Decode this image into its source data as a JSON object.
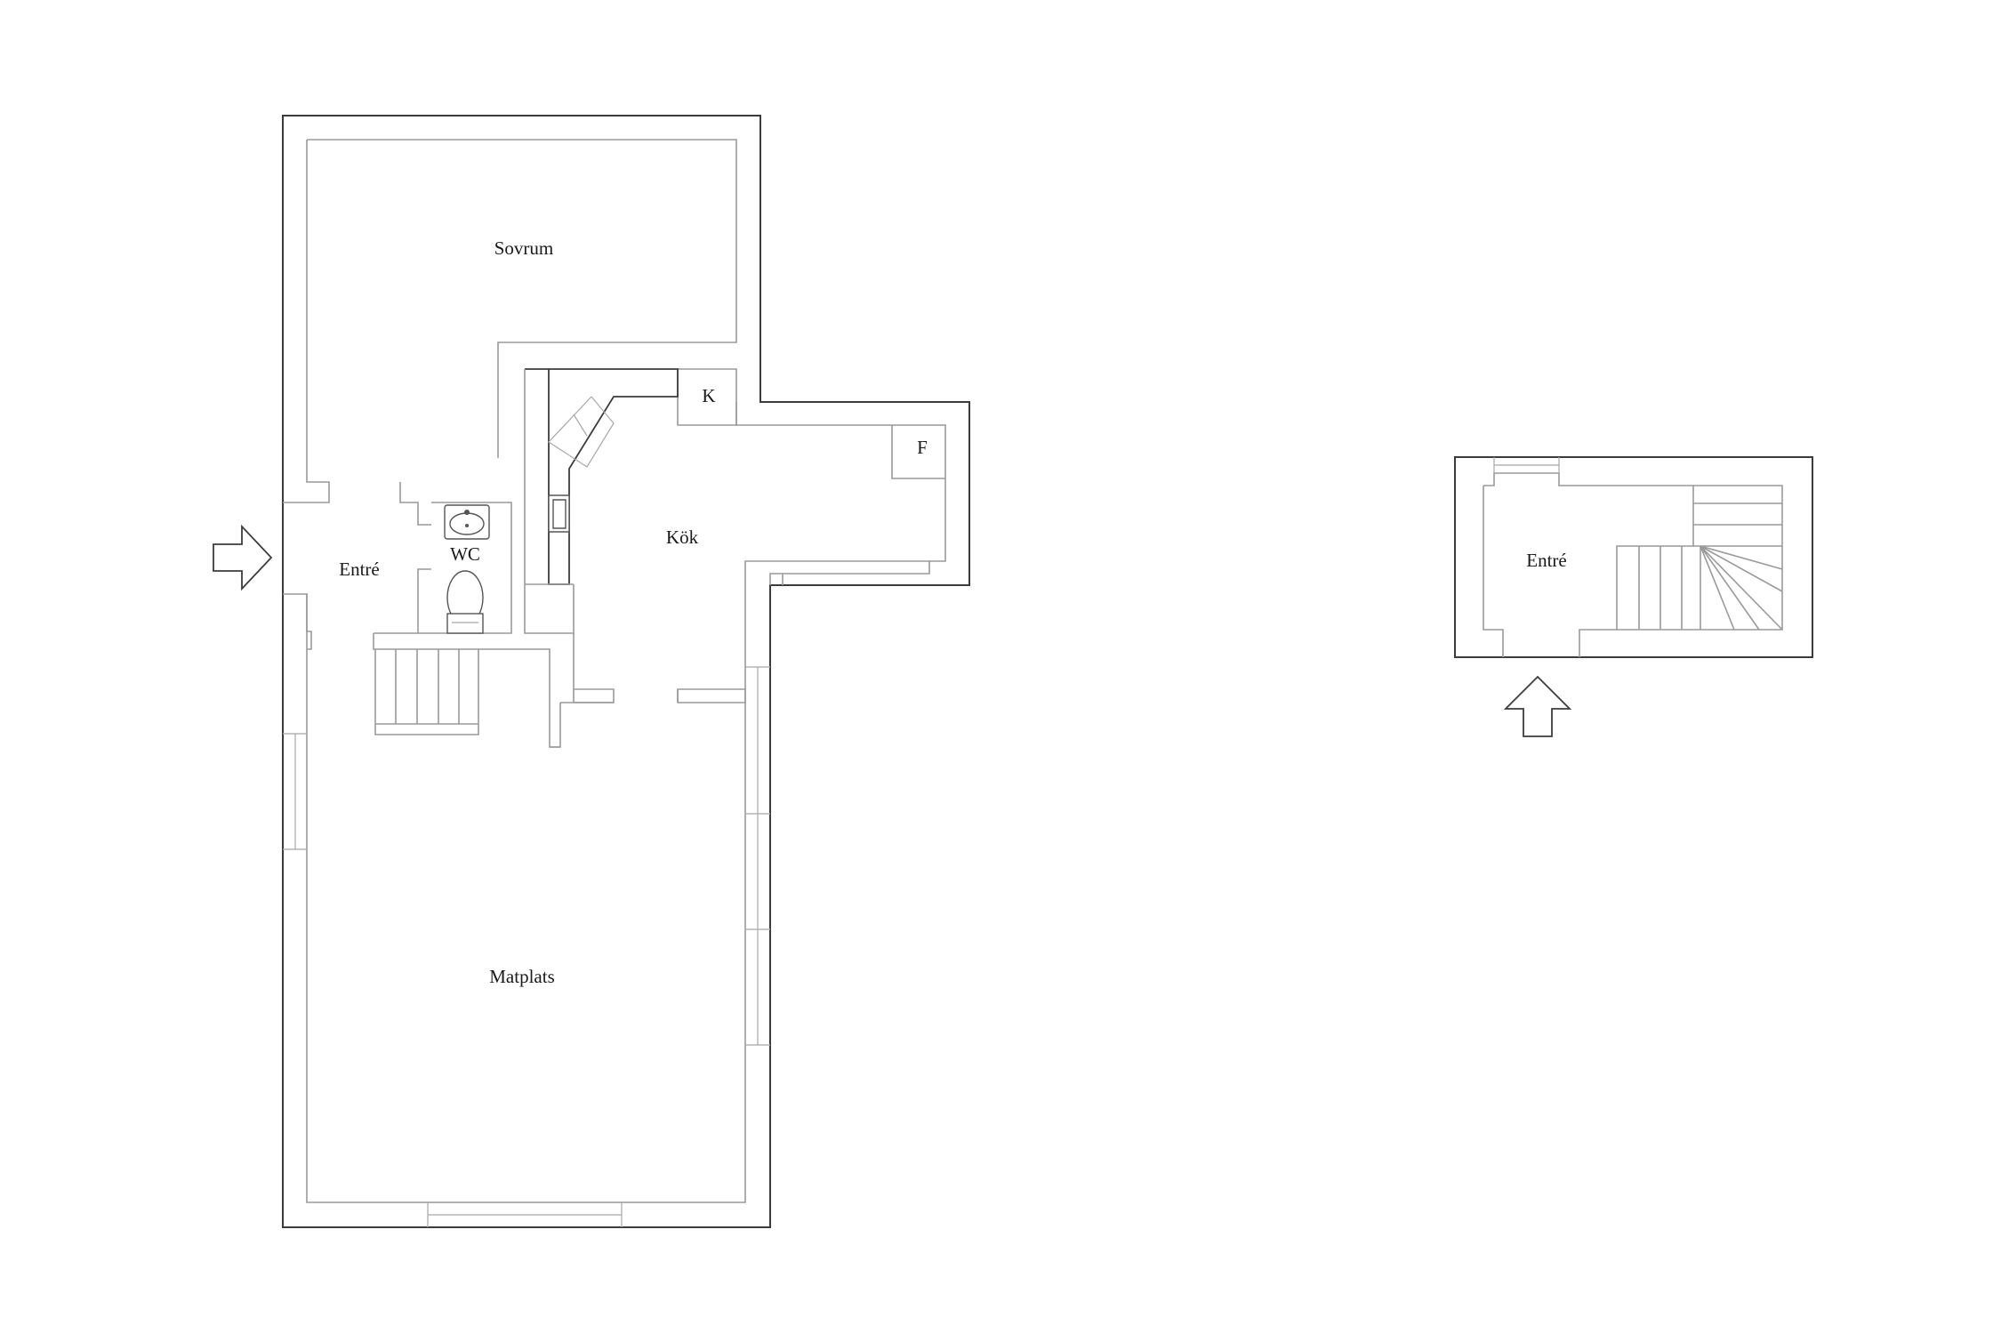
{
  "floorplan": {
    "main": {
      "rooms": {
        "sovrum": "Sovrum",
        "entre": "Entré",
        "wc": "WC",
        "kok": "Kök",
        "matplats": "Matplats",
        "k": "K",
        "f": "F"
      }
    },
    "annex": {
      "rooms": {
        "entre": "Entré"
      }
    }
  },
  "colors": {
    "outer_wall": "#3c3c3c",
    "inner_wall": "#9a9a9a",
    "background": "#ffffff"
  }
}
